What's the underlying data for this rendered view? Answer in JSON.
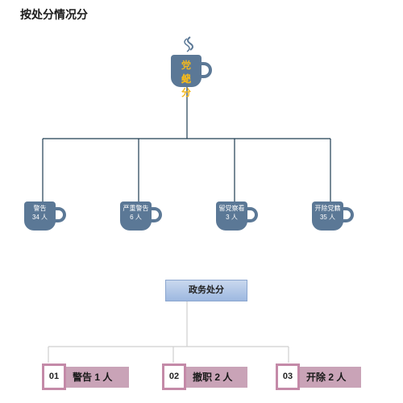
{
  "title": "按处分情况分",
  "party": {
    "root_line1": "党 纪",
    "root_line2": "处 分",
    "children": [
      {
        "label": "警告",
        "count": "34 人"
      },
      {
        "label": "严重警告",
        "count": "6 人"
      },
      {
        "label": "留党察看",
        "count": "3 人"
      },
      {
        "label": "开除党籍",
        "count": "35 人"
      }
    ]
  },
  "government": {
    "root": "政务处分",
    "items": [
      {
        "num": "01",
        "label": "警告 1 人"
      },
      {
        "num": "02",
        "label": "撤职 2 人"
      },
      {
        "num": "03",
        "label": "开除 2 人"
      }
    ]
  },
  "colors": {
    "mug": "#5b7896",
    "mug_text_top": "#f2b81e",
    "tree_line": "#1f3d52",
    "item_bar": "#c9a3b7",
    "item_border": "#c48aa8",
    "gov_box": "#9db8e0"
  },
  "icons": [
    "steam-icon",
    "mug-icon"
  ]
}
